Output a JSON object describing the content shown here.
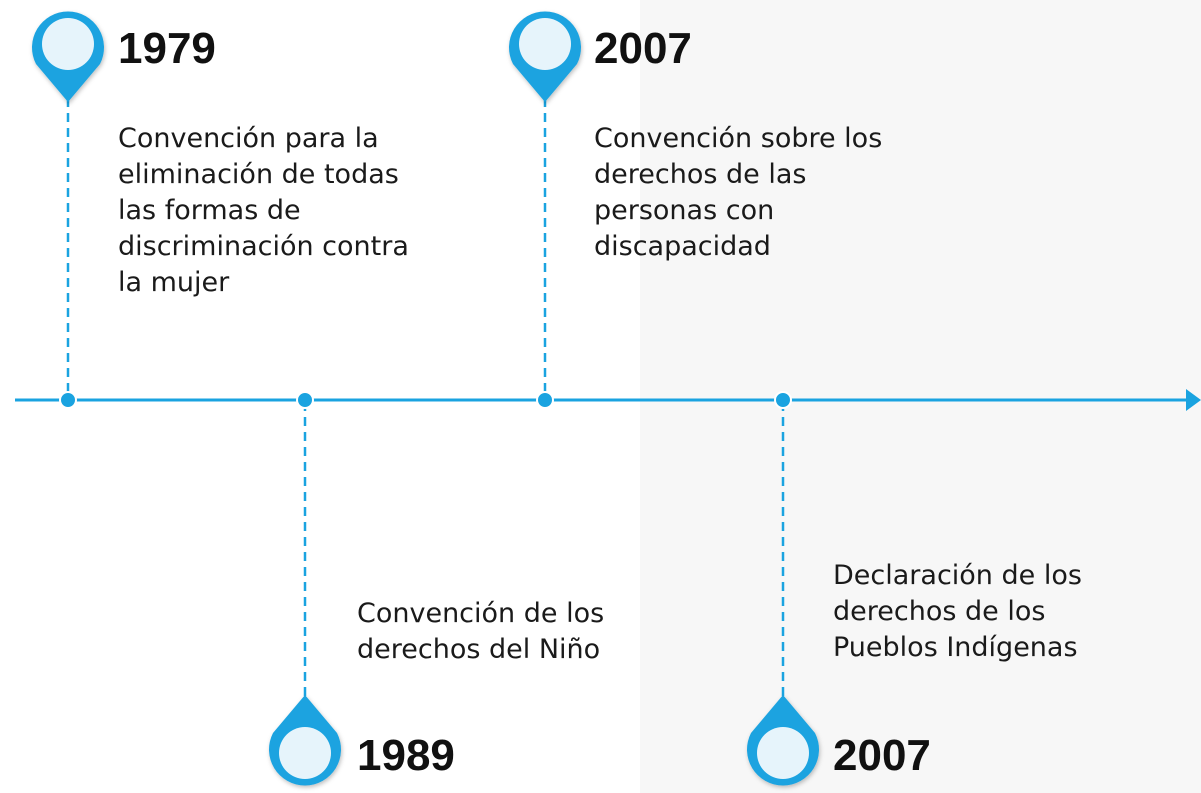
{
  "events": [
    {
      "year": "1979",
      "lines": [
        "Convención para la",
        "eliminación de todas",
        "las formas de",
        "discriminación contra",
        "la mujer"
      ]
    },
    {
      "year": "1989",
      "lines": [
        "Convención de los",
        "derechos del Niño"
      ]
    },
    {
      "year": "2007",
      "lines": [
        "Convención sobre los",
        "derechos de las",
        "personas con",
        "discapacidad"
      ]
    },
    {
      "year": "2007",
      "lines": [
        "Declaración de los",
        "derechos de los",
        "Pueblos Indígenas"
      ]
    }
  ],
  "colors": {
    "accent": "#1aa3e0",
    "pin_inner": "#e6f4fb",
    "text": "#1a1a1a",
    "background_right": "#f7f7f7"
  }
}
